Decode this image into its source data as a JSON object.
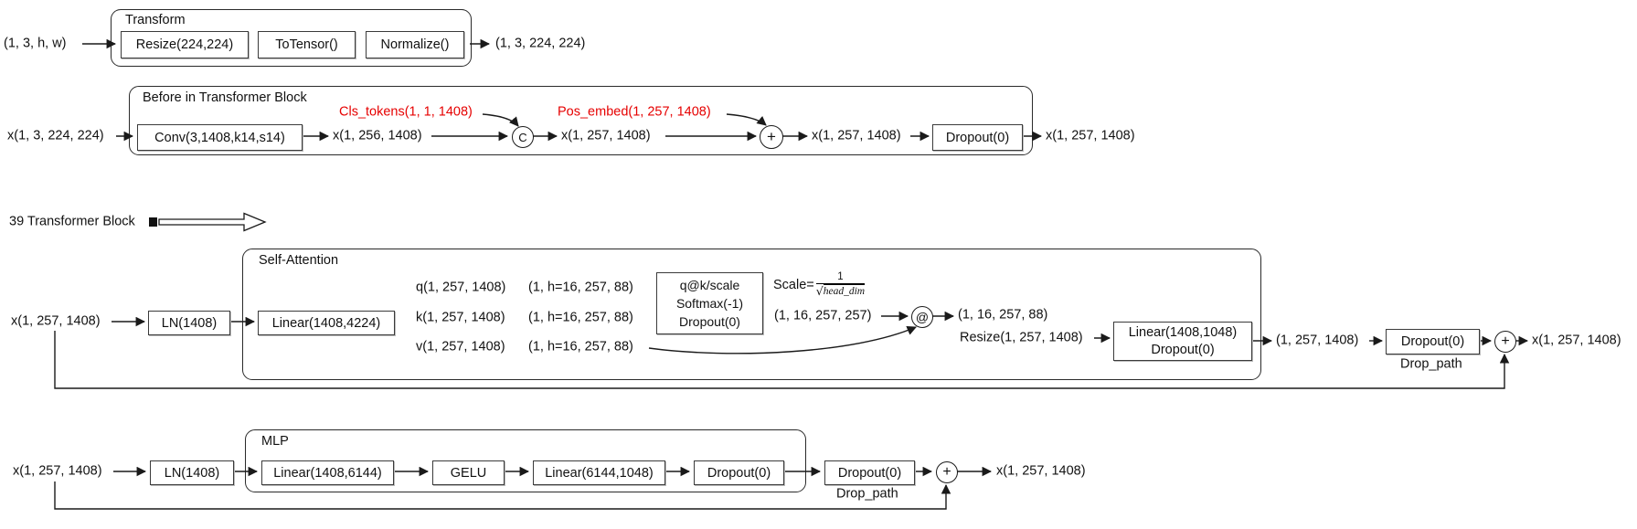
{
  "colors": {
    "annotation_red": "#e60000",
    "line": "#1a1a1a"
  },
  "transform": {
    "input": "(1, 3, h, w)",
    "label": "Transform",
    "resize": "Resize(224,224)",
    "totensor": "ToTensor()",
    "normalize": "Normalize()",
    "output": "(1, 3, 224, 224)"
  },
  "embed": {
    "input": "x(1, 3, 224, 224)",
    "label": "Before in Transformer Block",
    "conv": "Conv(3,1408,k14,s14)",
    "after_conv": "x(1, 256, 1408)",
    "concat_op": "C",
    "cls_tokens": "Cls_tokens(1, 1, 1408)",
    "after_concat": "x(1, 257, 1408)",
    "add_op": "+",
    "pos_embed": "Pos_embed(1, 257, 1408)",
    "after_add": "x(1, 257, 1408)",
    "dropout": "Dropout(0)",
    "output": "x(1, 257, 1408)"
  },
  "repeat": {
    "label": "39 Transformer Block"
  },
  "attention": {
    "input": "x(1, 257, 1408)",
    "ln": "LN(1408)",
    "label": "Self-Attention",
    "qkv_linear": "Linear(1408,4224)",
    "q": "q(1, 257, 1408)",
    "q_heads": "(1, h=16, 257, 88)",
    "k": "k(1, 257, 1408)",
    "k_heads": "(1, h=16, 257, 88)",
    "v": "v(1, 257, 1408)",
    "v_heads": "(1, h=16, 257, 88)",
    "attn_line1": "q@k/scale",
    "attn_line2": "Softmax(-1)",
    "attn_line3": "Dropout(0)",
    "scale_prefix": "Scale=",
    "scale_numerator": "1",
    "scale_radical": "√",
    "scale_radicand": "head_dim",
    "scores": "(1, 16, 257, 257)",
    "matmul_op": "@",
    "ctx": "(1, 16, 257, 88)",
    "resize": "Resize(1, 257, 1408)",
    "proj_line1": "Linear(1408,1048)",
    "proj_line2": "Dropout(0)",
    "proj_out": "(1, 257, 1408)",
    "dropout": "Dropout(0)",
    "drop_path": "Drop_path",
    "add_op": "+",
    "output": "x(1, 257, 1408)"
  },
  "mlp": {
    "input": "x(1, 257, 1408)",
    "ln": "LN(1408)",
    "label": "MLP",
    "fc1": "Linear(1408,6144)",
    "act": "GELU",
    "fc2": "Linear(6144,1048)",
    "dropout_inner": "Dropout(0)",
    "dropout_outer": "Dropout(0)",
    "drop_path": "Drop_path",
    "add_op": "+",
    "output": "x(1, 257, 1408)"
  }
}
